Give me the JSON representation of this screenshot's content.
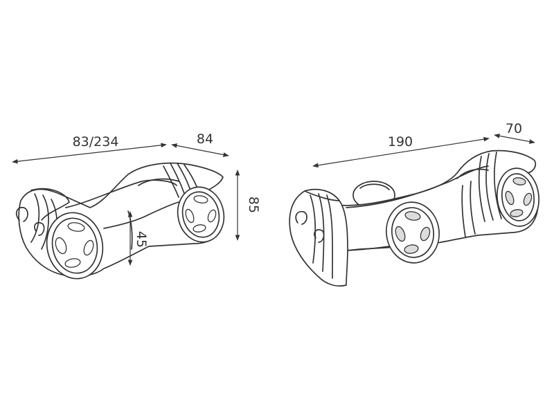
{
  "dimensions": {
    "left_length": "83/234",
    "left_width": "84",
    "left_height": "85",
    "left_inner_height": "45",
    "right_length": "190",
    "right_width": "70"
  },
  "colors": {
    "line": "#333333",
    "wheel_fill_right": "#dcdcdc",
    "background": "#ffffff"
  }
}
